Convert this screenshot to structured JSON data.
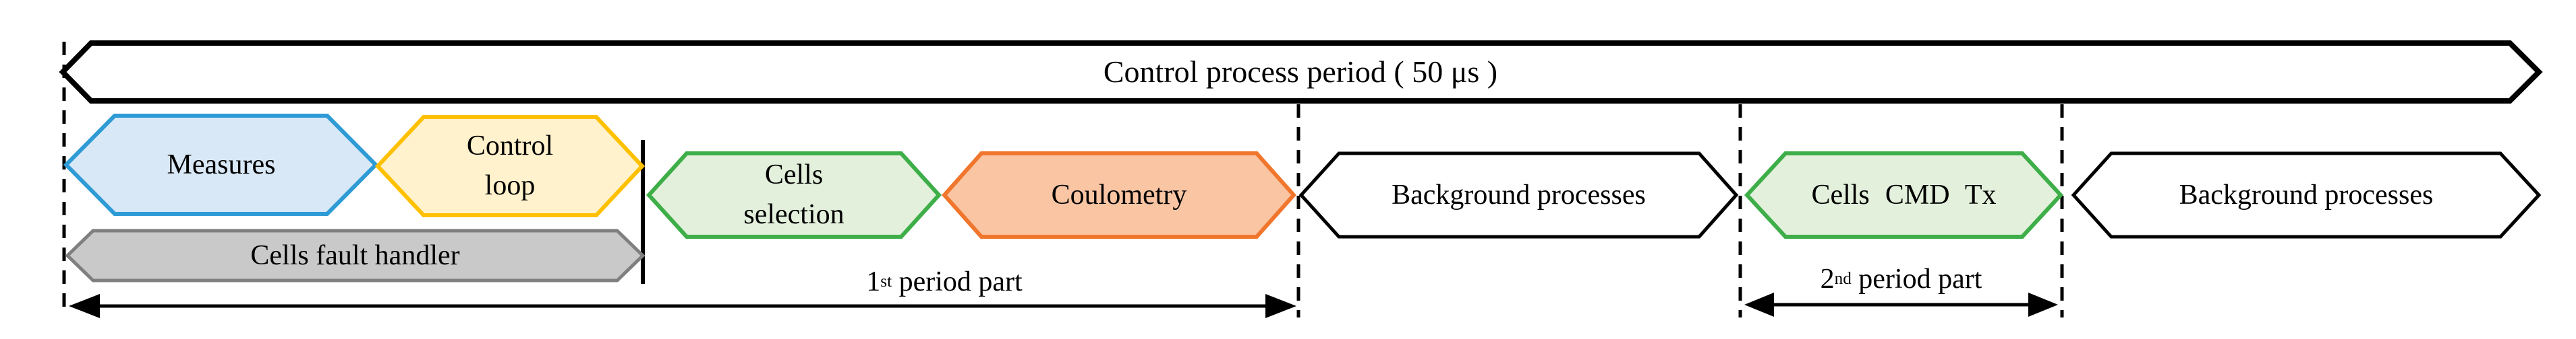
{
  "title": {
    "label": "Control process period ( 50 μs )"
  },
  "blocks": {
    "measures": {
      "label": "Measures"
    },
    "control_loop": {
      "label": "Control\nloop"
    },
    "cells_fault_handler": {
      "label": "Cells fault handler"
    },
    "cells_selection": {
      "label": "Cells\nselection"
    },
    "coulometry": {
      "label": "Coulometry"
    },
    "background_1": {
      "label": "Background processes"
    },
    "cells_cmd_tx": {
      "label": "Cells CMD Tx"
    },
    "background_2": {
      "label": "Background processes"
    }
  },
  "annotations": {
    "period_1": {
      "ordinal": "1",
      "suffix": "st",
      "rest": " period part"
    },
    "period_2": {
      "ordinal": "2",
      "suffix": "nd",
      "rest": " period part"
    }
  },
  "colors": {
    "measures_border": "#2E9BD6",
    "measures_fill": "#D9E8F6",
    "control_loop_border": "#FFC000",
    "control_loop_fill": "#FFF2CC",
    "green_border": "#3EAE48",
    "green_fill": "#E2F0DC",
    "coulometry_border": "#F1762D",
    "coulometry_fill": "#F9C5A3",
    "gray_border": "#7F7F7F",
    "gray_fill": "#C9C9C9",
    "outline": "#000000"
  }
}
